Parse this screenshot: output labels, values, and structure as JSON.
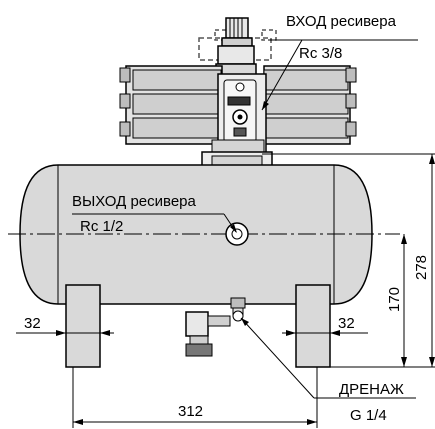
{
  "labels": {
    "inlet_title": "ВХОД ресивера",
    "inlet_thread": "Rc 3/8",
    "outlet_title": "ВЫХОД ресивера",
    "outlet_thread": "Rc 1/2",
    "drain_title": "ДРЕНАЖ",
    "drain_thread": "G 1/4"
  },
  "dimensions": {
    "height_total": "278",
    "height_outlet": "170",
    "foot_width_left": "32",
    "foot_width_right": "32",
    "foot_spacing": "312"
  },
  "colors": {
    "tank_fill": "#d9d9d9",
    "cylinder_fill": "#e3e3e3",
    "outline": "#000000",
    "dash_outline": "#555555"
  }
}
